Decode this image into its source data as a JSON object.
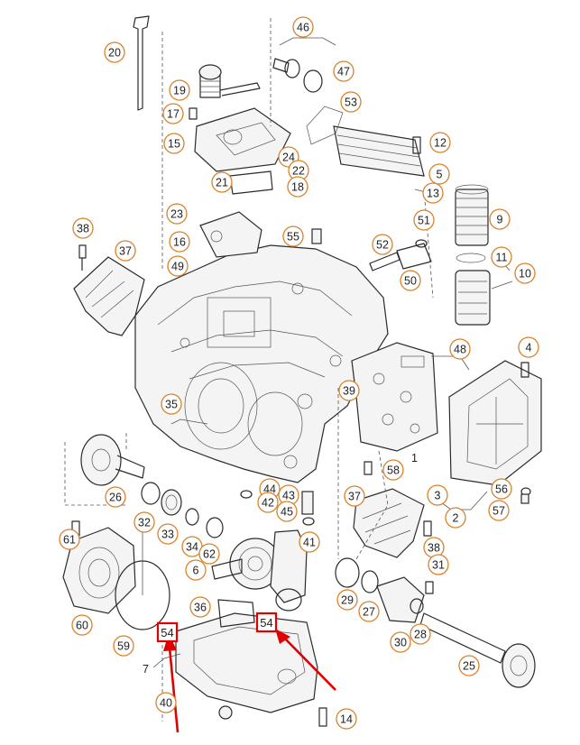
{
  "callouts": [
    {
      "n": "20"
    },
    {
      "n": "46"
    },
    {
      "n": "47"
    },
    {
      "n": "19"
    },
    {
      "n": "53"
    },
    {
      "n": "17"
    },
    {
      "n": "15"
    },
    {
      "n": "12"
    },
    {
      "n": "24"
    },
    {
      "n": "22"
    },
    {
      "n": "5"
    },
    {
      "n": "21"
    },
    {
      "n": "18"
    },
    {
      "n": "13"
    },
    {
      "n": "23"
    },
    {
      "n": "9"
    },
    {
      "n": "51"
    },
    {
      "n": "38"
    },
    {
      "n": "55"
    },
    {
      "n": "52"
    },
    {
      "n": "16"
    },
    {
      "n": "37"
    },
    {
      "n": "11"
    },
    {
      "n": "49"
    },
    {
      "n": "10"
    },
    {
      "n": "50"
    },
    {
      "n": "4"
    },
    {
      "n": "48"
    },
    {
      "n": "39"
    },
    {
      "n": "35"
    },
    {
      "n": "58"
    },
    {
      "n": "56"
    },
    {
      "n": "26"
    },
    {
      "n": "44"
    },
    {
      "n": "42"
    },
    {
      "n": "43"
    },
    {
      "n": "45"
    },
    {
      "n": "3"
    },
    {
      "n": "57"
    },
    {
      "n": "2"
    },
    {
      "n": "32"
    },
    {
      "n": "33"
    },
    {
      "n": "37"
    },
    {
      "n": "61"
    },
    {
      "n": "34"
    },
    {
      "n": "62"
    },
    {
      "n": "41"
    },
    {
      "n": "38"
    },
    {
      "n": "6"
    },
    {
      "n": "31"
    },
    {
      "n": "29"
    },
    {
      "n": "27"
    },
    {
      "n": "60"
    },
    {
      "n": "36"
    },
    {
      "n": "30"
    },
    {
      "n": "28"
    },
    {
      "n": "59"
    },
    {
      "n": "25"
    },
    {
      "n": "40"
    },
    {
      "n": "14"
    }
  ],
  "plain_labels": [
    "1",
    "7"
  ],
  "highlighted_callouts": [
    {
      "n": "54",
      "color": "#e00000"
    },
    {
      "n": "54",
      "color": "#e00000"
    }
  ],
  "colors": {
    "callout_ring": "#d9822b",
    "highlight": "#e00000",
    "line_art": "#2b2b2b"
  }
}
